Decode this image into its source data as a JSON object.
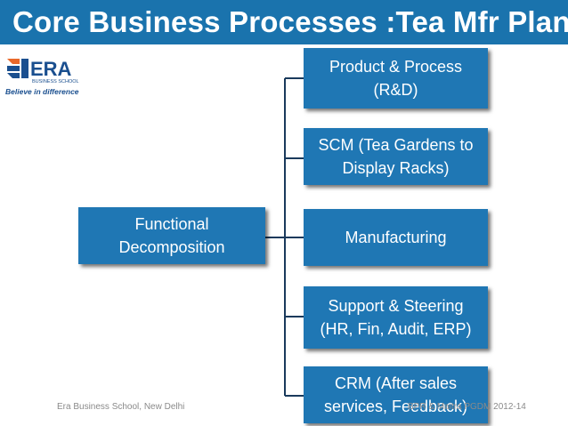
{
  "title": "Core Business Processes :Tea Mfr Plant",
  "logo": {
    "name": "ERA",
    "sub": "BUSINESS SCHOOL",
    "tagline": "Believe in difference"
  },
  "root": {
    "line1": "Functional",
    "line2": "Decomposition"
  },
  "children": [
    {
      "line1": "Product & Process",
      "line2": "(R&D)"
    },
    {
      "line1": "SCM (Tea Gardens to",
      "line2": "Display Racks)"
    },
    {
      "line1": "Manufacturing",
      "line2": ""
    },
    {
      "line1": "Support & Steering",
      "line2": "(HR, Fin, Audit, ERP)"
    },
    {
      "line1": "CRM (After sales",
      "line2": "services, Feedback)"
    }
  ],
  "footer": {
    "left": "Era Business School, New Delhi",
    "right": "BPR & Maitra PGDM 2012-14"
  },
  "colors": {
    "title_bar": "#1a73ad",
    "box": "#1f77b4",
    "text_on_box": "#ffffff",
    "connector": "#1a3a5c"
  }
}
